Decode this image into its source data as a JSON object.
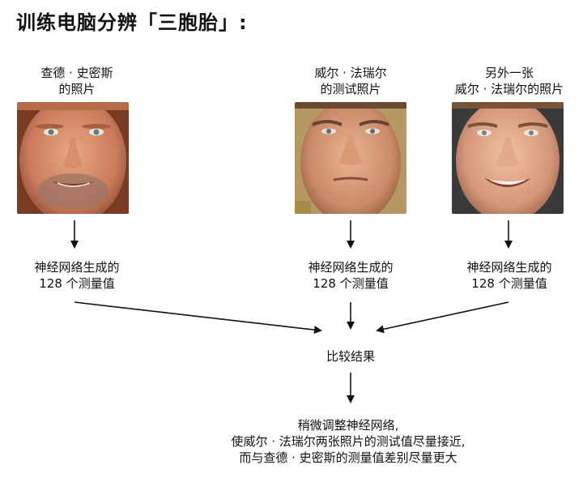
{
  "title": "训练电脑分辨「三胞胎」:",
  "photos": [
    {
      "caption": [
        "查德 · 史密斯",
        "的照片"
      ],
      "result": [
        "神经网络生成的",
        "128 个测量值"
      ]
    },
    {
      "caption": [
        "威尔 · 法瑞尔",
        "的测试照片"
      ],
      "result": [
        "神经网络生成的",
        "128 个测量值"
      ]
    },
    {
      "caption": [
        "另外一张",
        "威尔 · 法瑞尔的照片"
      ],
      "result": [
        "神经网络生成的",
        "128 个测量值"
      ]
    }
  ],
  "compare": "比较结果",
  "adjust": [
    "稍微调整神经网络,",
    "使威尔 · 法瑞尔两张照片的测试值尽量接近,",
    "而与查德 · 史密斯的测量值差别尽量更大"
  ]
}
